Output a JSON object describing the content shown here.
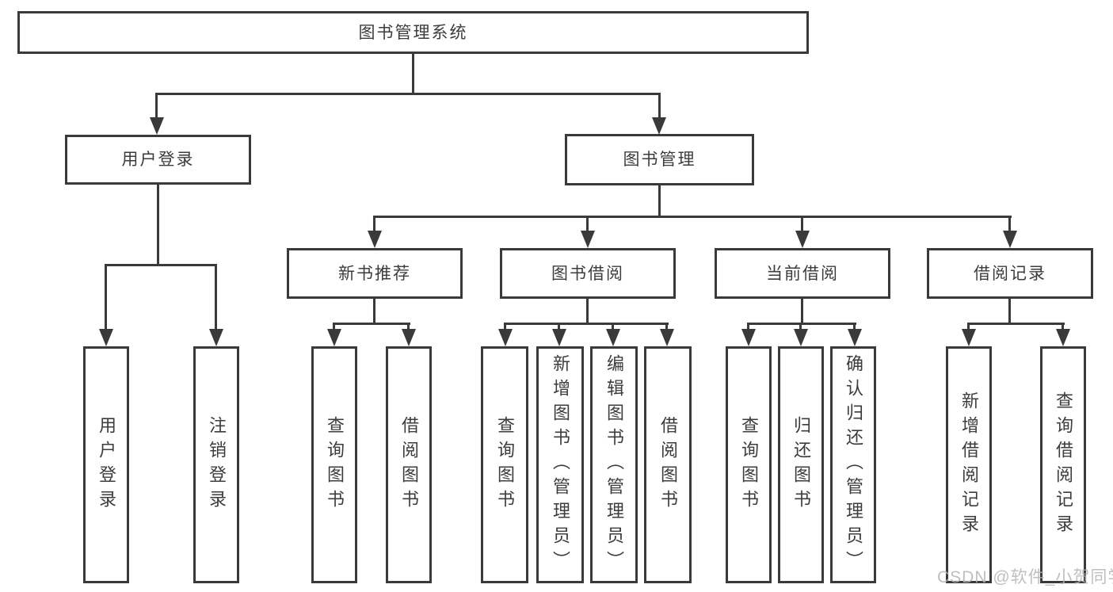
{
  "page": {
    "background": "#ffffff",
    "line_color": "#3a3a3a",
    "text_color": "#3c3c3c",
    "watermark": {
      "text": "CSDN @软件_小贺同学",
      "color": "#b4b4b4"
    }
  },
  "nodes": {
    "root": {
      "label": "图书管理系统"
    },
    "user_login": {
      "label": "用户登录"
    },
    "book_management": {
      "label": "图书管理"
    },
    "new_book_recommend": {
      "label": "新书推荐"
    },
    "book_borrowing": {
      "label": "图书借阅"
    },
    "current_borrowing": {
      "label": "当前借阅"
    },
    "borrowing_records": {
      "label": "借阅记录"
    },
    "leaf_user_login": {
      "label": "用户登录"
    },
    "leaf_logout": {
      "label": "注销登录"
    },
    "leaf_nbr_query_books": {
      "label": "查询图书"
    },
    "leaf_nbr_borrow_books": {
      "label": "借阅图书"
    },
    "leaf_bb_query_books": {
      "label": "查询图书"
    },
    "leaf_bb_add_books": {
      "label": "新增图书（管理员）"
    },
    "leaf_bb_edit_books": {
      "label": "编辑图书（管理员）"
    },
    "leaf_bb_borrow_books": {
      "label": "借阅图书"
    },
    "leaf_cb_query_books": {
      "label": "查询图书"
    },
    "leaf_cb_return_books": {
      "label": "归还图书"
    },
    "leaf_cb_confirm_return": {
      "label": "确认归还（管理员）"
    },
    "leaf_br_add_record": {
      "label": "新增借阅记录"
    },
    "leaf_br_query_record": {
      "label": "查询借阅记录"
    }
  }
}
